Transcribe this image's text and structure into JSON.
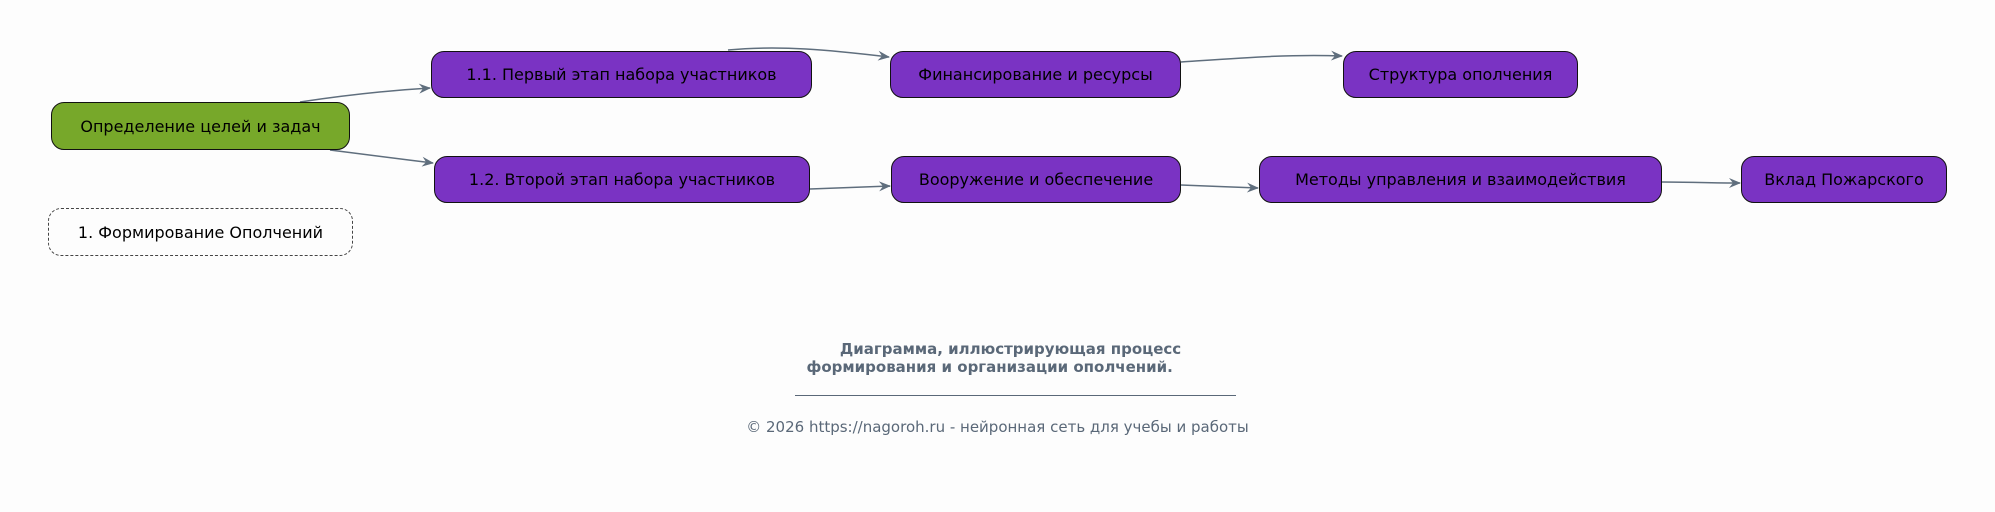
{
  "nodes": {
    "goal": "Определение целей и задач",
    "cluster": "1. Формирование Ополчений",
    "stage1": "1.1. Первый этап набора участников",
    "stage2": "1.2. Второй этап набора участников",
    "finance": "Финансирование и ресурсы",
    "structure": "Структура ополчения",
    "arms": "Вооружение и обеспечение",
    "methods": "Методы управления и взаимодействия",
    "pozharsky": "Вклад Пожарского"
  },
  "caption": {
    "title": "     Диаграмма, иллюстрирующая процесс\nформирования и организации ополчений.   ",
    "copyright": "© 2026 https://nagoroh.ru - нейронная сеть для учебы и работы"
  },
  "colors": {
    "primary": "#7a33c3",
    "root": "#77a82a",
    "edge": "#5f6e7d"
  }
}
